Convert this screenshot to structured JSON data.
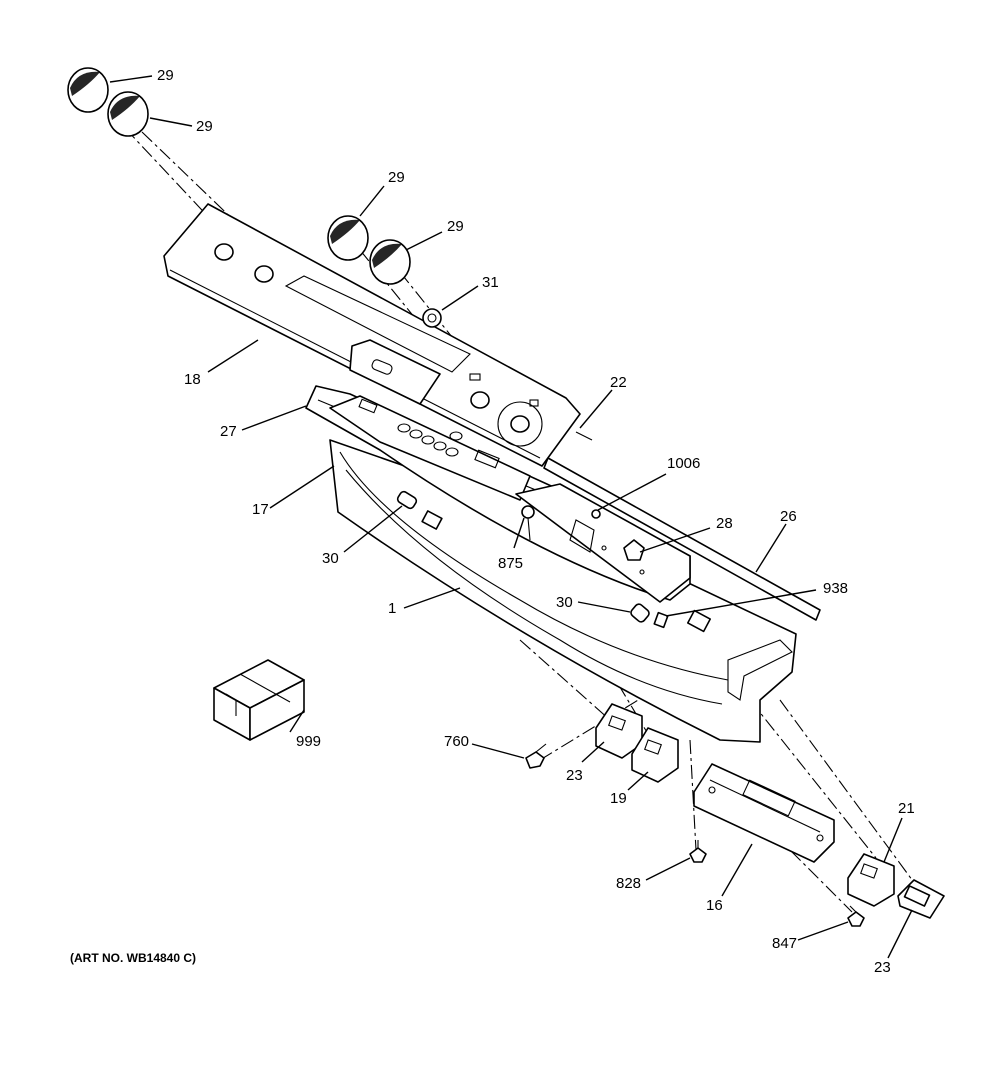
{
  "art_number": "(ART NO. WB14840 C)",
  "callouts": {
    "c29a": "29",
    "c29b": "29",
    "c29c": "29",
    "c29d": "29",
    "c31": "31",
    "c18": "18",
    "c22": "22",
    "c27": "27",
    "c1006": "1006",
    "c17": "17",
    "c28": "28",
    "c26": "26",
    "c30a": "30",
    "c875": "875",
    "c938": "938",
    "c1": "1",
    "c30b": "30",
    "c999": "999",
    "c760": "760",
    "c23a": "23",
    "c19": "19",
    "c21": "21",
    "c828": "828",
    "c16": "16",
    "c847": "847",
    "c23b": "23"
  }
}
